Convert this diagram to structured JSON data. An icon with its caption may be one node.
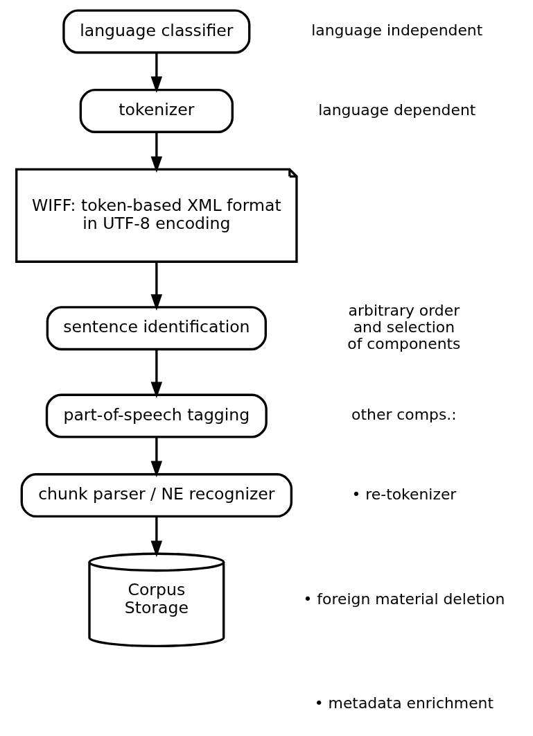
{
  "diagram": {
    "nodes": [
      {
        "text": [
          "language classifier"
        ]
      },
      {
        "text": [
          "tokenizer"
        ]
      },
      {
        "text": [
          "WIFF: token-based XML format in UTF-8 encoding"
        ]
      },
      {
        "text": [
          "sentence identification"
        ]
      },
      {
        "text": [
          "part-of-speech tagging"
        ]
      },
      {
        "text": [
          "chunk parser / NE recognizer"
        ]
      },
      {
        "text": [
          "Corpus Storage"
        ]
      }
    ],
    "edges": [
      {
        "from": 0,
        "to": 1,
        "arrow": "to"
      },
      {
        "from": 1,
        "to": 2,
        "arrow": "to"
      },
      {
        "from": 2,
        "to": 3,
        "arrow": "to"
      },
      {
        "from": 3,
        "to": 4,
        "arrow": "to"
      },
      {
        "from": 4,
        "to": 5,
        "arrow": "to"
      },
      {
        "from": 5,
        "to": 6,
        "arrow": "to"
      }
    ],
    "labels": [
      "language independent",
      "language dependent",
      "arbitrary order and selection of components",
      "other comps.:",
      "• re-tokenizer",
      "• foreign material deletion",
      "• metadata enrichment"
    ]
  }
}
